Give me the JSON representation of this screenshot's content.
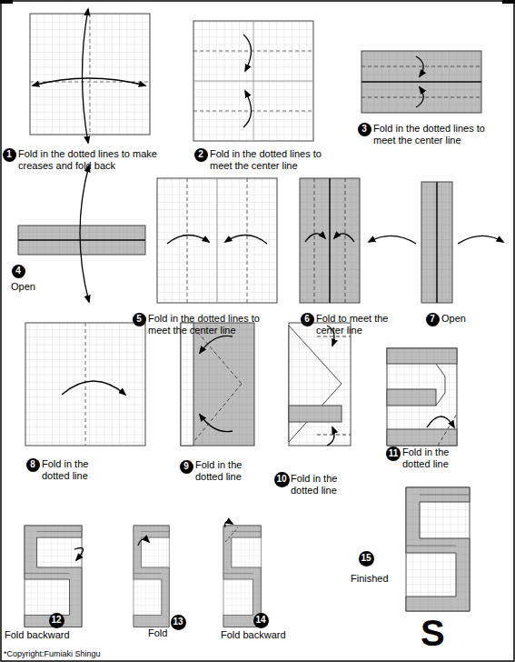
{
  "diagram": {
    "nodes": [
      {
        "text": [
          "1"
        ]
      },
      {
        "text": [
          "2"
        ]
      },
      {
        "text": [
          "3"
        ]
      },
      {
        "text": [
          "4"
        ]
      },
      {
        "text": [
          "5"
        ]
      },
      {
        "text": [
          "6"
        ]
      },
      {
        "text": [
          "7"
        ]
      },
      {
        "text": [
          "8"
        ]
      },
      {
        "text": [
          "9"
        ]
      },
      {
        "text": [
          "10"
        ]
      },
      {
        "text": [
          "11"
        ]
      },
      {
        "text": [
          "12"
        ]
      },
      {
        "text": [
          "13"
        ]
      },
      {
        "text": [
          "14"
        ]
      },
      {
        "text": [
          "15"
        ]
      }
    ],
    "labels": [
      "Fold in the dotted lines to make creases and fold back",
      "Fold in the dotted lines to meet the center line",
      "Fold in the dotted lines to meet the center line",
      "Open",
      "Fold in the dotted lines to meet the center line",
      "Fold to meet the center line",
      "Open",
      "Fold in the dotted line",
      "Fold in the dotted line",
      "Fold in the dotted line",
      "Fold in the dotted line",
      "Fold backward",
      "Fold",
      "Fold backward",
      "Finished",
      "S",
      "*Copyright:Fumiaki Shingu"
    ]
  }
}
